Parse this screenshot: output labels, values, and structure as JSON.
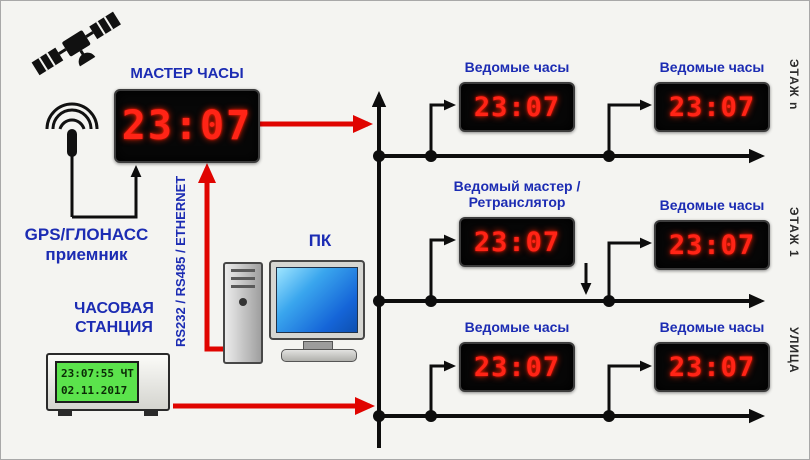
{
  "colors": {
    "title_blue": "#1c2cb3",
    "wire_red": "#e00400",
    "wire_black": "#0d0d0d",
    "digit_red": "#ff2416",
    "lcd_green": "#5be34c"
  },
  "satellite_receiver": {
    "label_line1": "GPS/ГЛОНАСС",
    "label_line2": "приемник"
  },
  "master_clock": {
    "title": "МАСТЕР ЧАСЫ",
    "time": "23:07"
  },
  "clock_station": {
    "title_line1": "ЧАСОВАЯ",
    "title_line2": "СТАНЦИЯ",
    "lcd_line1": "23:07:55 ЧТ",
    "lcd_line2": "02.11.2017"
  },
  "pc": {
    "label": "ПК",
    "link_label": "RS232 / RS485 / ETHERNET"
  },
  "zones": [
    {
      "label": "ЭТАЖ n"
    },
    {
      "label": "ЭТАЖ 1"
    },
    {
      "label": "УЛИЦА"
    }
  ],
  "slave_clocks": [
    {
      "title": "Ведомые часы",
      "time": "23:07"
    },
    {
      "title": "Ведомые часы",
      "time": "23:07"
    },
    {
      "title": "Ведомый мастер / Ретранслятор",
      "time": "23:07"
    },
    {
      "title": "Ведомые часы",
      "time": "23:07"
    },
    {
      "title": "Ведомые часы",
      "time": "23:07"
    },
    {
      "title": "Ведомые часы",
      "time": "23:07"
    }
  ]
}
